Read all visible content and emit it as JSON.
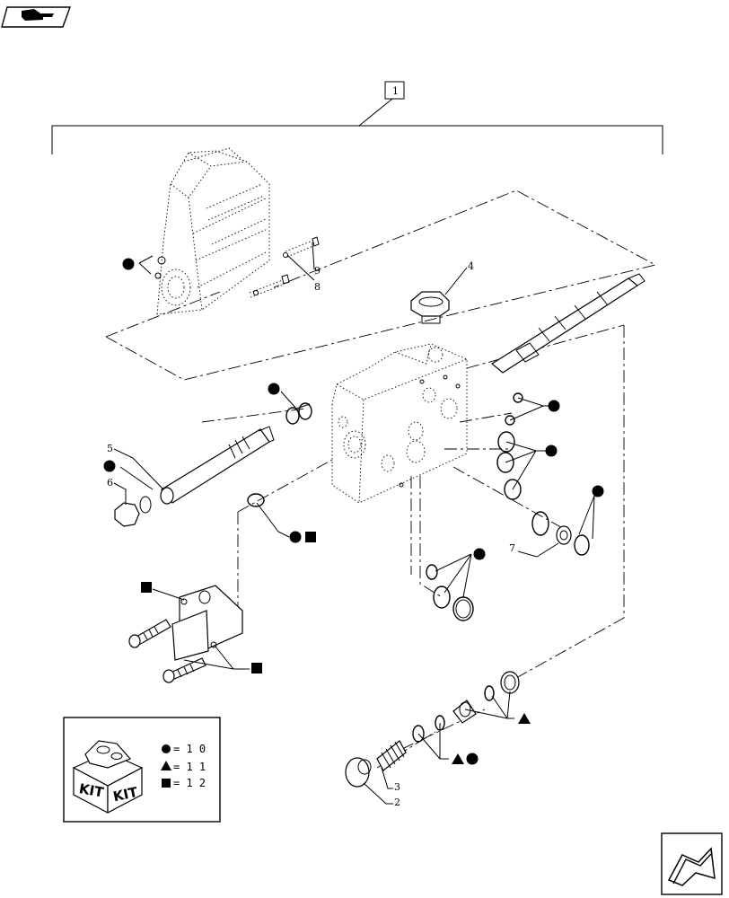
{
  "callouts": {
    "assembly": "1",
    "p2": "2",
    "p3": "3",
    "p4": "4",
    "p5": "5",
    "p6": "6",
    "p7": "7",
    "p8": "8",
    "p9": "9"
  },
  "kit_legend": {
    "box_word_left": "KIT",
    "box_word_right": "KIT",
    "rows": [
      {
        "symbol": "circle",
        "text": "= 1 0"
      },
      {
        "symbol": "triangle",
        "text": "= 1 1"
      },
      {
        "symbol": "square",
        "text": "= 1 2"
      }
    ]
  },
  "icons": {
    "top_left": "book-pointer-icon",
    "bottom_right": "next-page-arrow-icon"
  }
}
